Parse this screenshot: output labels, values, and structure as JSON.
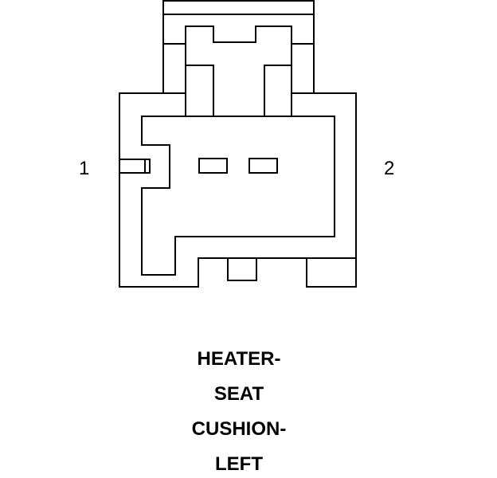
{
  "pins": [
    {
      "label": "1"
    },
    {
      "label": "2"
    }
  ],
  "caption": [
    "HEATER-",
    "SEAT",
    "CUSHION-",
    "LEFT"
  ],
  "colors": {
    "line": "#000000",
    "background": "#ffffff"
  }
}
